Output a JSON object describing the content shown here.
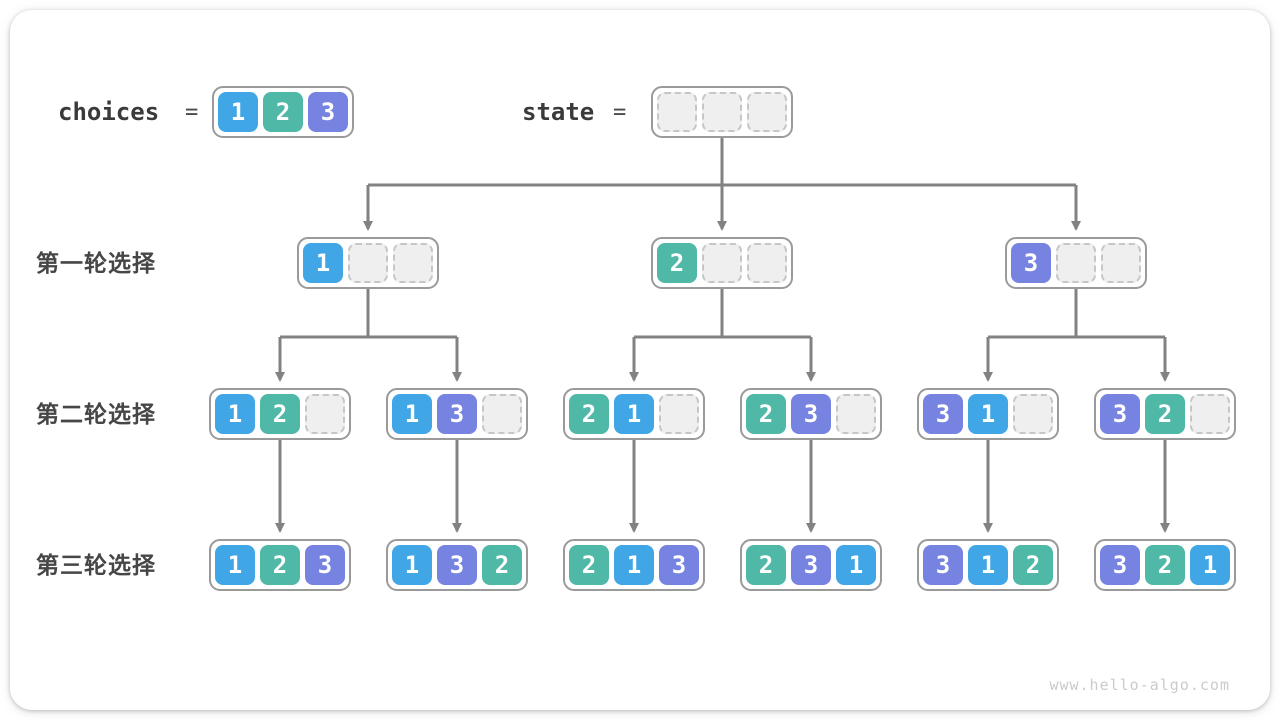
{
  "page": {
    "watermark": "www.hello-algo.com"
  },
  "header": {
    "choices": {
      "label": "choices",
      "equals": "=",
      "cells": [
        "1",
        "2",
        "3"
      ]
    },
    "state": {
      "label": "state",
      "equals": "=",
      "cells": [
        "",
        "",
        ""
      ]
    }
  },
  "rows": [
    {
      "label": "第一轮选择",
      "nodes": [
        [
          "1",
          "",
          ""
        ],
        [
          "2",
          "",
          ""
        ],
        [
          "3",
          "",
          ""
        ]
      ]
    },
    {
      "label": "第二轮选择",
      "nodes": [
        [
          "1",
          "2",
          ""
        ],
        [
          "1",
          "3",
          ""
        ],
        [
          "2",
          "1",
          ""
        ],
        [
          "2",
          "3",
          ""
        ],
        [
          "3",
          "1",
          ""
        ],
        [
          "3",
          "2",
          ""
        ]
      ]
    },
    {
      "label": "第三轮选择",
      "nodes": [
        [
          "1",
          "2",
          "3"
        ],
        [
          "1",
          "3",
          "2"
        ],
        [
          "2",
          "1",
          "3"
        ],
        [
          "2",
          "3",
          "1"
        ],
        [
          "3",
          "1",
          "2"
        ],
        [
          "3",
          "2",
          "1"
        ]
      ]
    }
  ],
  "colors": {
    "1": "#41a6e6",
    "2": "#50b8a6",
    "3": "#7783e0",
    "empty_cell": "#efefef",
    "line": "#828282",
    "node_border": "#9a9a9a"
  }
}
